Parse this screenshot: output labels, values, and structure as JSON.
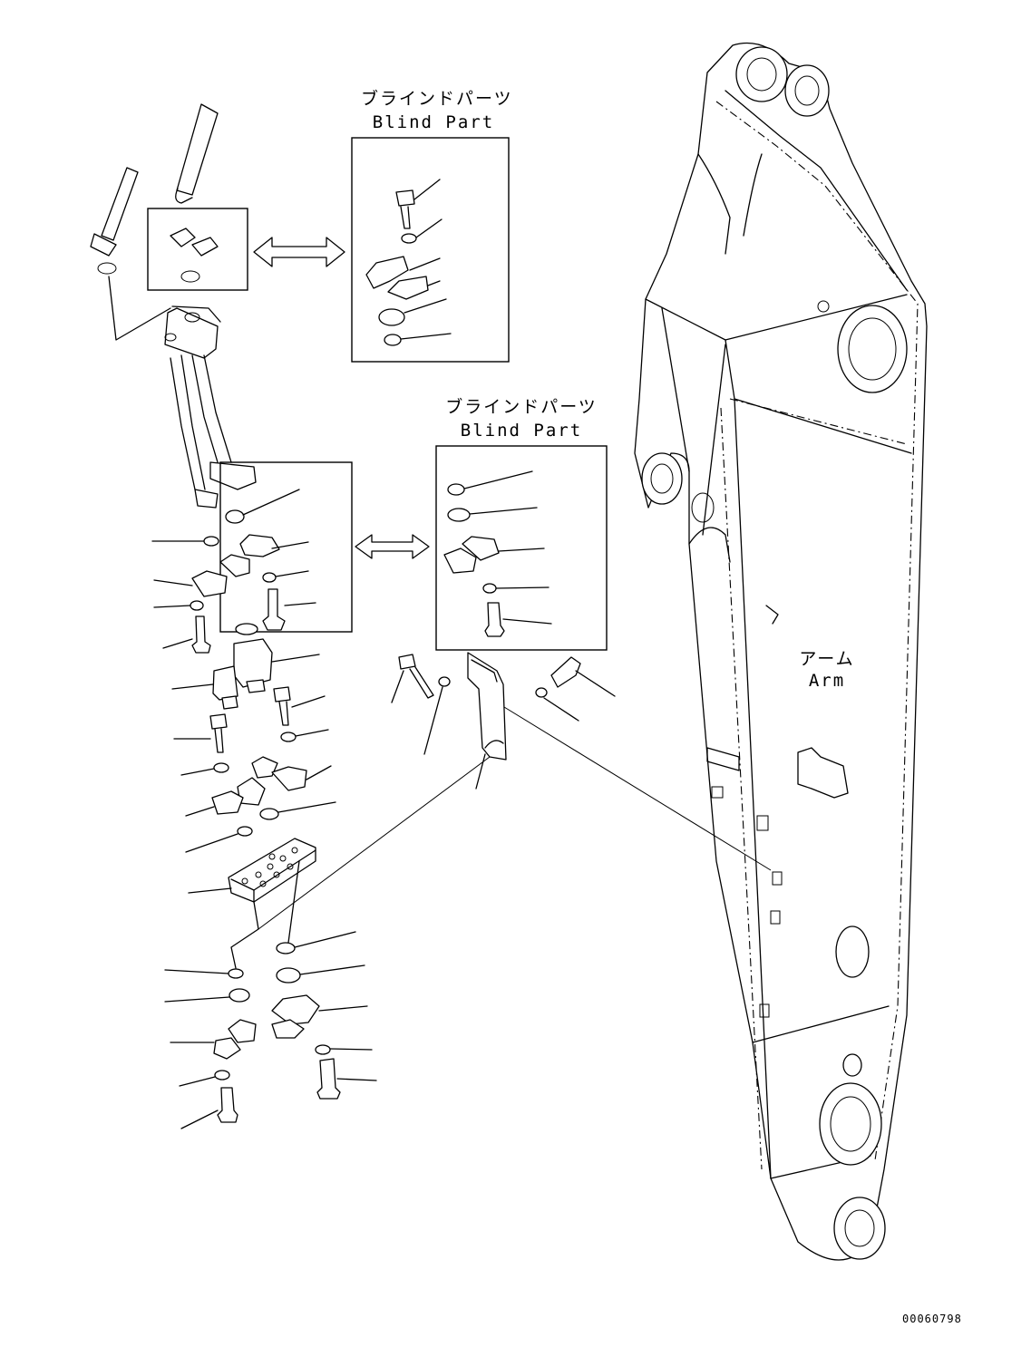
{
  "blind_part_1": {
    "label_jp": "ブラインドパーツ",
    "label_en": "Blind Part"
  },
  "blind_part_2": {
    "label_jp": "ブラインドパーツ",
    "label_en": "Blind Part"
  },
  "arm": {
    "label_jp": "アーム",
    "label_en": "Arm"
  },
  "drawing_number": "00060798"
}
